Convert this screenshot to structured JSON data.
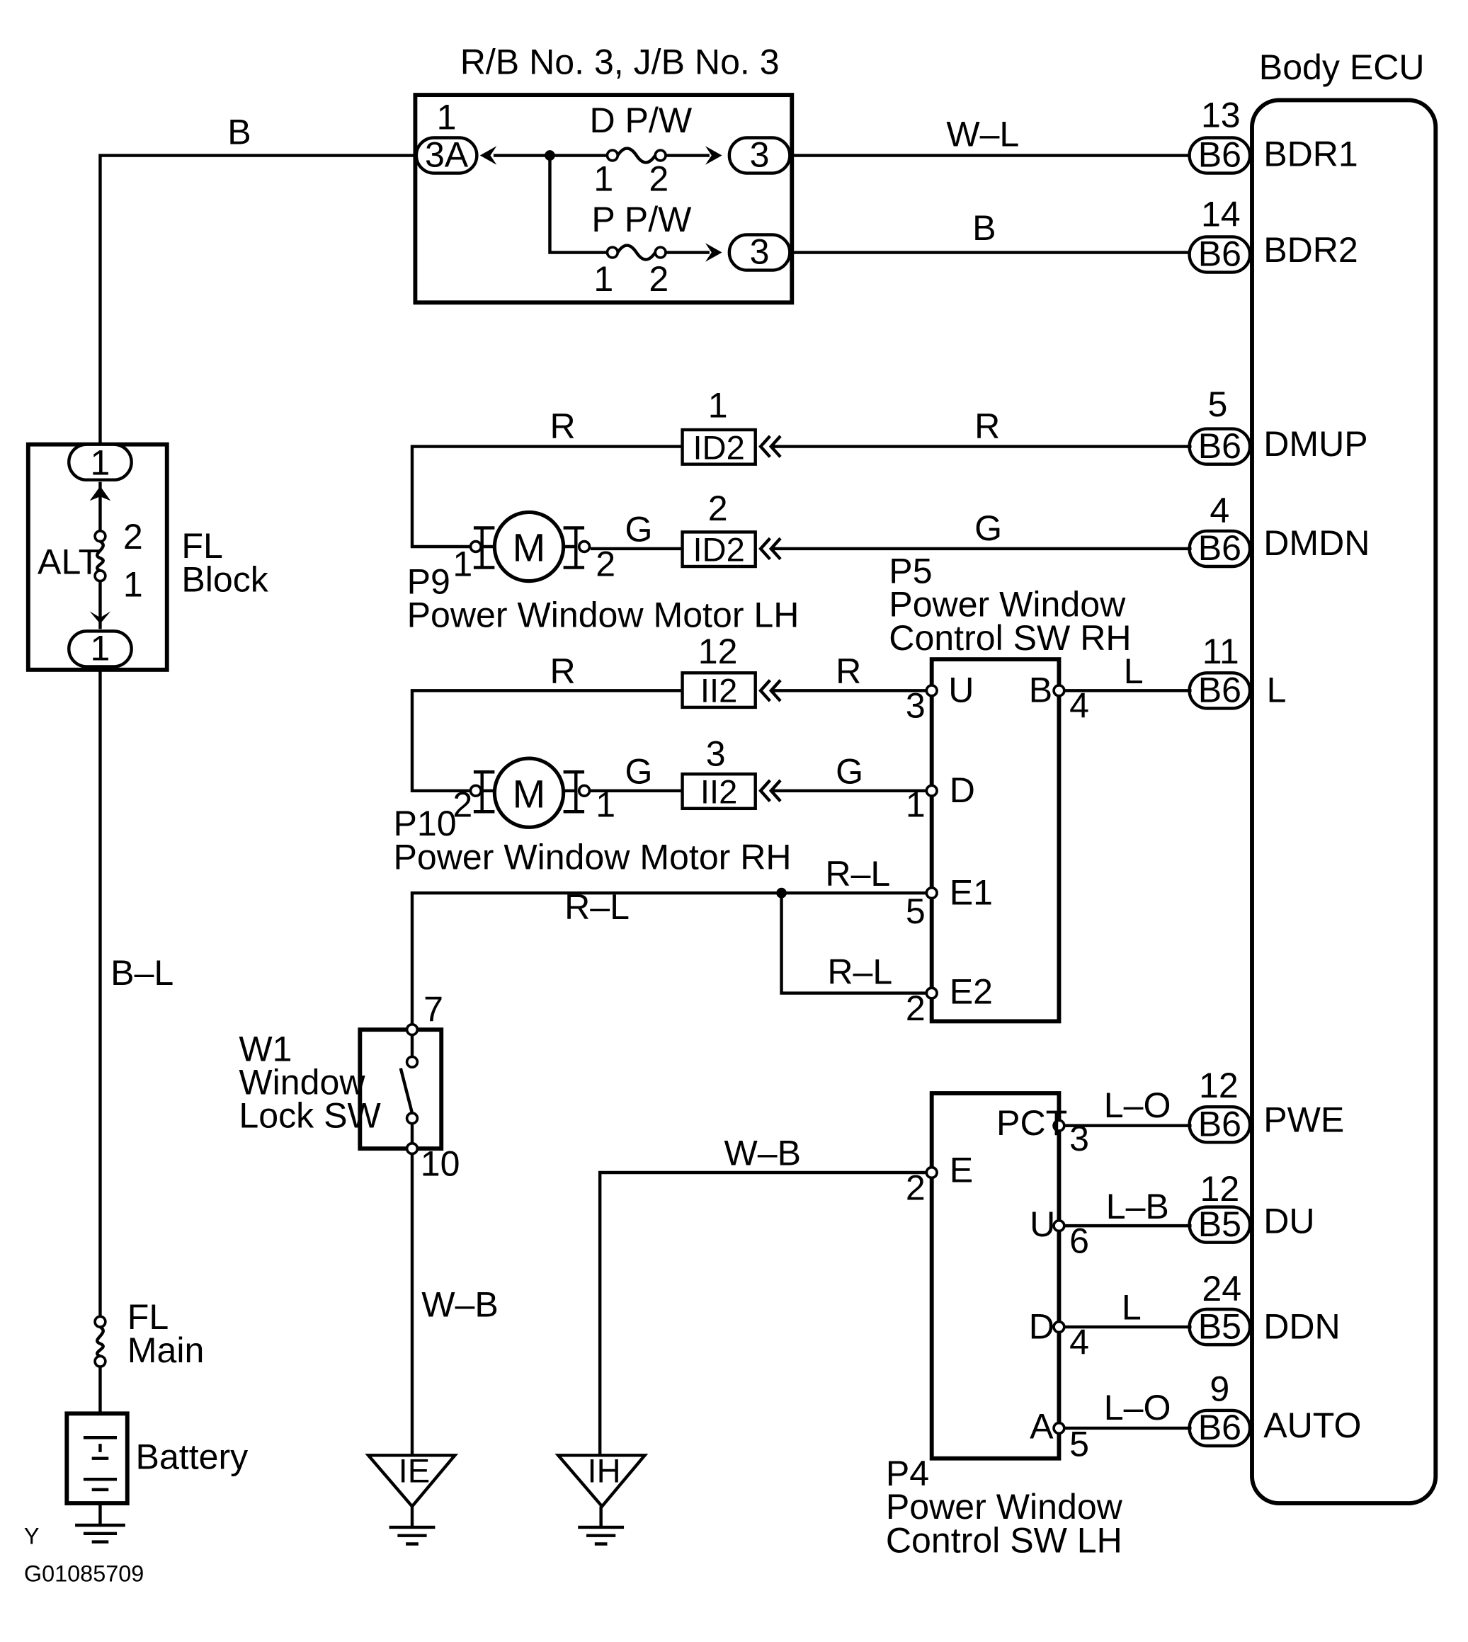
{
  "relay_block": {
    "title": "R/B No. 3, J/B No. 3",
    "in_pin": "1",
    "in_connector": "3A",
    "fuse1_label": "D P/W",
    "fuse1_pin_a": "1",
    "fuse1_pin_b": "2",
    "fuse1_connector": "3",
    "fuse2_label": "P P/W",
    "fuse2_pin_a": "1",
    "fuse2_pin_b": "2",
    "fuse2_connector": "3"
  },
  "ecu": {
    "title": "Body ECU",
    "pins": [
      {
        "num": "13",
        "connector": "B6",
        "name": "BDR1"
      },
      {
        "num": "14",
        "connector": "B6",
        "name": "BDR2"
      },
      {
        "num": "5",
        "connector": "B6",
        "name": "DMUP"
      },
      {
        "num": "4",
        "connector": "B6",
        "name": "DMDN"
      },
      {
        "num": "11",
        "connector": "B6",
        "name": "L"
      },
      {
        "num": "12",
        "connector": "B6",
        "name": "PWE"
      },
      {
        "num": "12",
        "connector": "B5",
        "name": "DU"
      },
      {
        "num": "24",
        "connector": "B5",
        "name": "DDN"
      },
      {
        "num": "9",
        "connector": "B6",
        "name": "AUTO"
      }
    ]
  },
  "wires": {
    "b_top": "B",
    "wl": "W–L",
    "b_bdr2": "B",
    "r_dmup_left": "R",
    "r_dmup_right": "R",
    "g_dmdn_left": "G",
    "g_dmdn_right": "G",
    "r_rh_left": "R",
    "r_rh_right": "R",
    "g_rh_left": "G",
    "g_rh_right": "G",
    "l_p5": "L",
    "rl_e1": "R–L",
    "rl_main": "R–L",
    "rl_e2": "R–L",
    "bl": "B–L",
    "wb_ground": "W–B",
    "wb_p4": "W–B",
    "lo_pwe": "L–O",
    "lb_du": "L–B",
    "l_ddn": "L",
    "lo_auto": "L–O"
  },
  "connectors": {
    "id2_top_num": "1",
    "id2_top": "ID2",
    "id2_bottom_num": "2",
    "id2_bottom": "ID2",
    "ii2_top_num": "12",
    "ii2_top": "II2",
    "ii2_bottom_num": "3",
    "ii2_bottom": "II2"
  },
  "fl_block": {
    "top_connector": "1",
    "bottom_connector": "1",
    "fuse_label": "ALT",
    "pin_top": "2",
    "pin_bottom": "1",
    "name_line1": "FL",
    "name_line2": "Block"
  },
  "motor_lh": {
    "symbol": "M",
    "pin_left": "1",
    "pin_right": "2",
    "id": "P9",
    "name": "Power Window Motor LH"
  },
  "motor_rh": {
    "symbol": "M",
    "pin_left": "2",
    "pin_right": "1",
    "id": "P10",
    "name": "Power Window Motor RH"
  },
  "switch_rh": {
    "id": "P5",
    "name_line1": "Power Window",
    "name_line2": "Control SW RH",
    "term_u": "U",
    "pin_u": "3",
    "term_d": "D",
    "pin_d": "1",
    "term_e1": "E1",
    "pin_e1": "5",
    "term_e2": "E2",
    "pin_e2": "2",
    "term_b": "B",
    "pin_b": "4"
  },
  "window_lock": {
    "id": "W1",
    "name_line1": "Window",
    "name_line2": "Lock SW",
    "pin_top": "7",
    "pin_bottom": "10"
  },
  "switch_lh": {
    "id": "P4",
    "name_line1": "Power Window",
    "name_line2": "Control SW LH",
    "term_e": "E",
    "pin_e": "2",
    "term_pct": "PCT",
    "pin_pct": "3",
    "term_u": "U",
    "pin_u": "6",
    "term_d": "D",
    "pin_d": "4",
    "term_a": "A",
    "pin_a": "5"
  },
  "fl_main": {
    "line1": "FL",
    "line2": "Main"
  },
  "battery": {
    "label": "Battery"
  },
  "grounds": {
    "ie": "IE",
    "ih": "IH"
  },
  "footer": {
    "marker": "Y",
    "code": "G01085709"
  }
}
